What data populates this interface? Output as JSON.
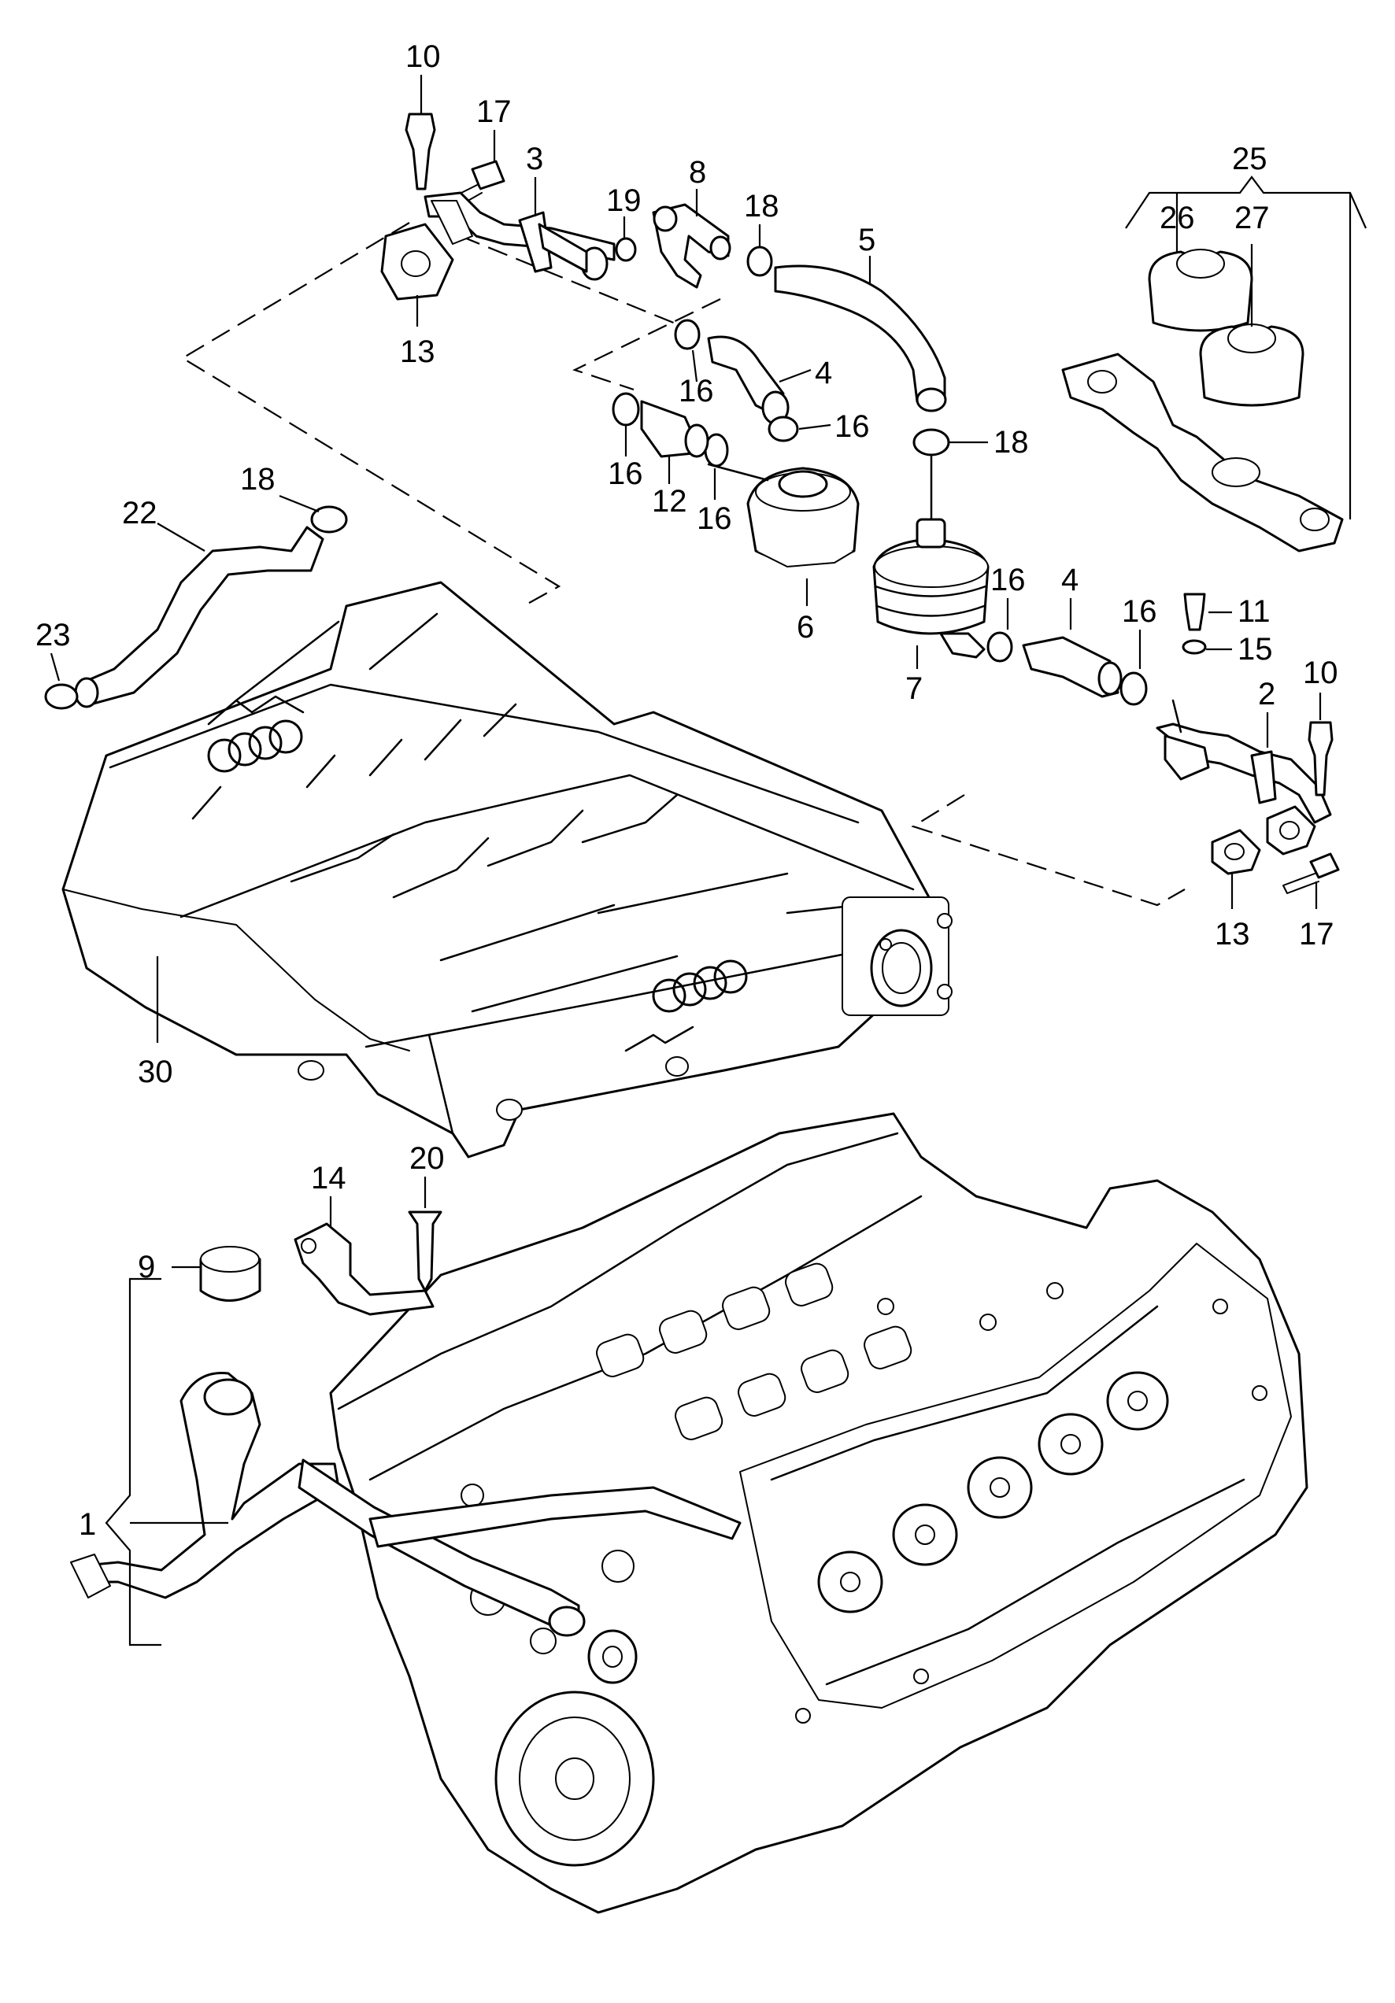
{
  "diagram": {
    "callouts": {
      "c1": "1",
      "c2": "2",
      "c3": "3",
      "c4a": "4",
      "c4b": "4",
      "c5": "5",
      "c6": "6",
      "c7": "7",
      "c8": "8",
      "c9": "9",
      "c10a": "10",
      "c10b": "10",
      "c11": "11",
      "c12": "12",
      "c13a": "13",
      "c13b": "13",
      "c14": "14",
      "c15": "15",
      "c16a": "16",
      "c16b": "16",
      "c16c": "16",
      "c16d": "16",
      "c16e": "16",
      "c16f": "16",
      "c17a": "17",
      "c17b": "17",
      "c18a": "18",
      "c18b": "18",
      "c18c": "18",
      "c19": "19",
      "c20": "20",
      "c22": "22",
      "c23": "23",
      "c25": "25",
      "c26": "26",
      "c27": "27",
      "c30": "30"
    }
  }
}
